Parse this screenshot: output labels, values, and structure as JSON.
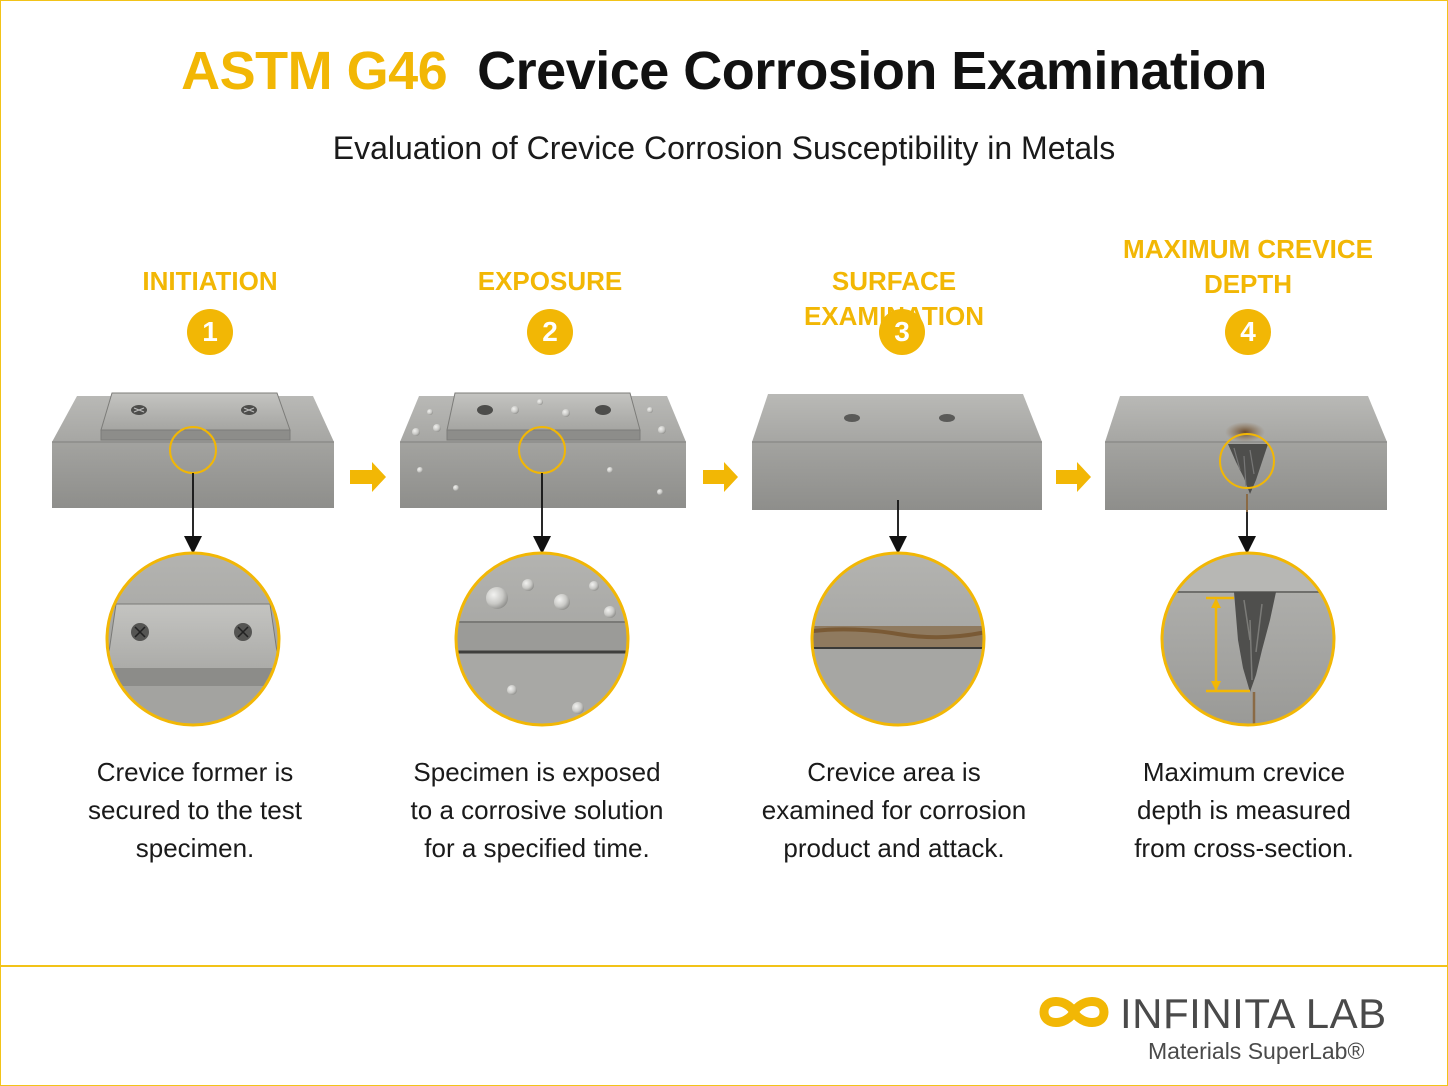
{
  "title": {
    "standard": "ASTM G46",
    "main": "Crevice Corrosion Examination"
  },
  "subtitle": "Evaluation of Crevice Corrosion Susceptibility in Metals",
  "steps": [
    {
      "number": "1",
      "label": "INITIATION",
      "description": "Crevice former is\nsecured to the test\nspecimen."
    },
    {
      "number": "2",
      "label": "EXPOSURE",
      "description": "Specimen is exposed\nto a corrosive solution\nfor a specified time."
    },
    {
      "number": "3",
      "label": "SURFACE EXAMINATION",
      "description": "Crevice area is\nexamined for corrosion\nproduct and attack."
    },
    {
      "number": "4",
      "label": "MAXIMUM CREVICE\nDEPTH",
      "description": "Maximum crevice\ndepth is measured\nfrom cross-section."
    }
  ],
  "logo": {
    "name": "INFINITA LAB",
    "tagline": "Materials SuperLab®"
  },
  "colors": {
    "accent": "#f2b705",
    "metal": "#a9a9a6",
    "rust": "#8a5a2a",
    "text": "#111111"
  },
  "icons": [
    "arrow-right-icon",
    "infinity-logo-icon"
  ]
}
